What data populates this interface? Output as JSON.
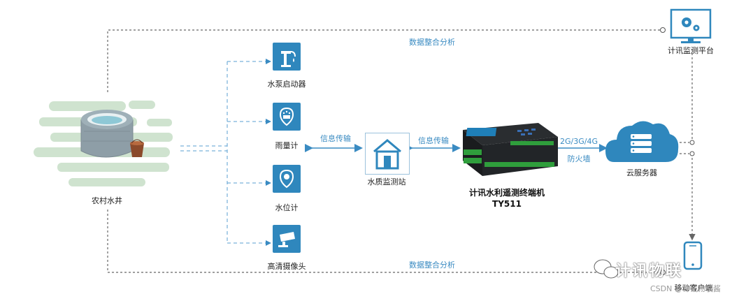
{
  "nodes": {
    "well": "农村水井",
    "pump": "水泵启动器",
    "rain": "雨量计",
    "level": "水位计",
    "camera": "高清摄像头",
    "station": "水质监测站",
    "terminal_line1": "计讯水利遥测终端机",
    "terminal_line2": "TY511",
    "cloud": "云服务器",
    "platform": "计讯监测平台",
    "mobile": "移动客户端"
  },
  "edges": {
    "top_analysis": "数据整合分析",
    "bottom_analysis": "数据整合分析",
    "trans1": "信息传输",
    "trans2": "信息传输",
    "network": "2G/3G/4G",
    "firewall": "防火墙"
  },
  "watermark": {
    "brand": "计讯物联",
    "source": "CSDN @计讯物联酱"
  },
  "colors": {
    "accent": "#2f87bd",
    "line": "#888888",
    "blue_line": "#3a8bc2",
    "mist": "#cfe3cf"
  }
}
